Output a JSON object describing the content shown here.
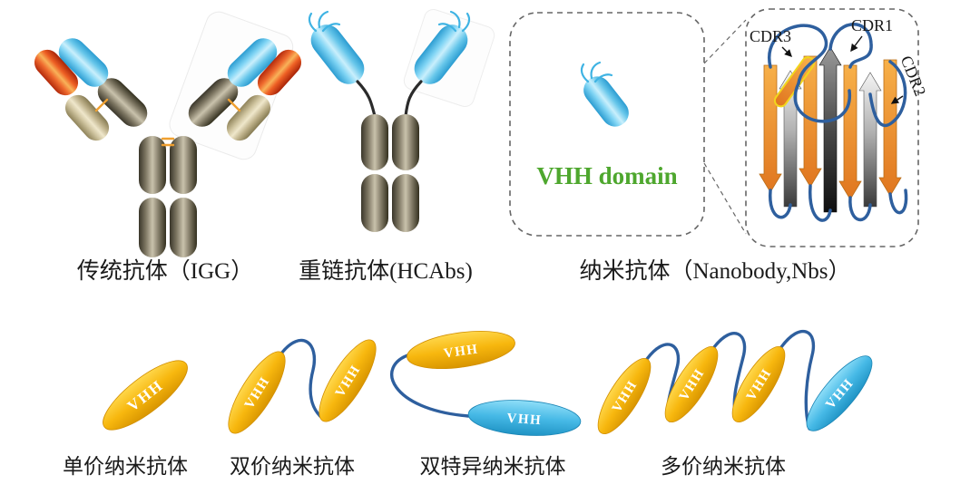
{
  "figure": {
    "top_labels": {
      "igg": "传统抗体（IGG）",
      "hcabs": "重链抗体(HCAbs)",
      "nanobody": "纳米抗体（Nanobody,Nbs）"
    },
    "vhh_domain_label": "VHH domain",
    "cdr_labels": {
      "cdr1": "CDR1",
      "cdr2": "CDR2",
      "cdr3": "CDR3"
    },
    "vhh_tag": "VHH",
    "bottom_labels": {
      "monovalent": "单价纳米抗体",
      "bivalent": "双价纳米抗体",
      "bispecific": "双特异纳米抗体",
      "multivalent": "多价纳米抗体"
    },
    "colors": {
      "antibody_gray": "#6b6656",
      "domain_blue": "#5fc6ee",
      "domain_red": "#e0431f",
      "domain_tan": "#d9cda8",
      "nanobody_yellow": "#f5b301",
      "nanobody_cyan": "#3fb6e6",
      "linker_blue": "#2e5f9e",
      "vhh_green": "#4ea72e",
      "beta_strand_orange": "#f09a3c"
    }
  }
}
